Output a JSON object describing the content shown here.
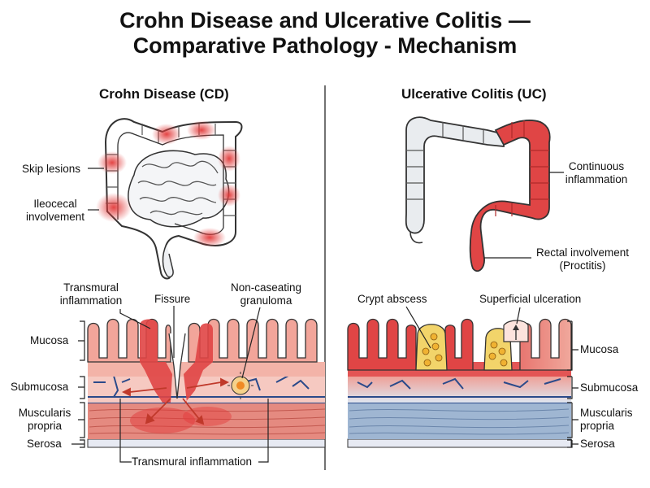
{
  "title": {
    "line1": "Crohn Disease and Ulcerative Colitis —",
    "line2": "Comparative Pathology - Mechanism"
  },
  "cd": {
    "heading": "Crohn Disease (CD)",
    "skip_lesions": "Skip lesions",
    "ileocecal_1": "Ileocecal",
    "ileocecal_2": "involvement",
    "transmural_1": "Transmural",
    "transmural_2": "inflammation",
    "fissure": "Fissure",
    "granuloma_1": "Non-caseating",
    "granuloma_2": "granuloma",
    "transmural_bottom": "Transmural inflammation"
  },
  "uc": {
    "heading": "Ulcerative Colitis (UC)",
    "continuous_1": "Continuous",
    "continuous_2": "inflammation",
    "rectal_1": "Rectal involvement",
    "rectal_2": "(Proctitis)",
    "crypt": "Crypt abscess",
    "ulceration": "Superficial ulceration"
  },
  "layers": {
    "mucosa": "Mucosa",
    "submucosa": "Submucosa",
    "muscularis_1": "Muscularis",
    "muscularis_2": "propria",
    "serosa": "Serosa"
  },
  "colors": {
    "inflamed": "#e04545",
    "tissue_pink": "#f6c9c1",
    "muscle_red": "#e58a80",
    "muscle_blue": "#9fb6d2",
    "vessel": "#2b4a8a",
    "outline": "#333333",
    "colon_gray": "#e9ecef"
  }
}
